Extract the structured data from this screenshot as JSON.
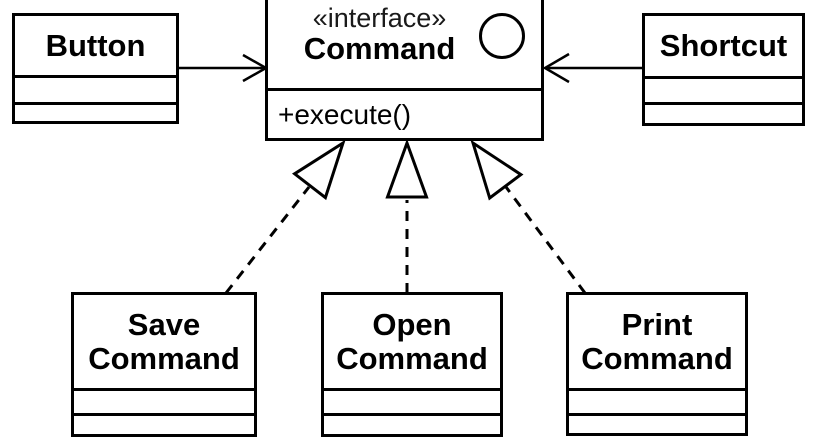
{
  "diagram": {
    "type": "uml-class-diagram",
    "colors": {
      "stroke": "#000000",
      "background": "#ffffff",
      "text": "#000000"
    },
    "nodes": {
      "button": {
        "name": "Button"
      },
      "shortcut": {
        "name": "Shortcut"
      },
      "command": {
        "stereotype": "«interface»",
        "name": "Command",
        "methods": [
          "+execute()"
        ]
      },
      "save_command": {
        "name": "Save\nCommand"
      },
      "open_command": {
        "name": "Open\nCommand"
      },
      "print_command": {
        "name": "Print\nCommand"
      }
    },
    "edges": [
      {
        "from": "Button",
        "to": "Command",
        "type": "directed-association"
      },
      {
        "from": "Shortcut",
        "to": "Command",
        "type": "directed-association"
      },
      {
        "from": "SaveCommand",
        "to": "Command",
        "type": "realization"
      },
      {
        "from": "OpenCommand",
        "to": "Command",
        "type": "realization"
      },
      {
        "from": "PrintCommand",
        "to": "Command",
        "type": "realization"
      }
    ]
  }
}
